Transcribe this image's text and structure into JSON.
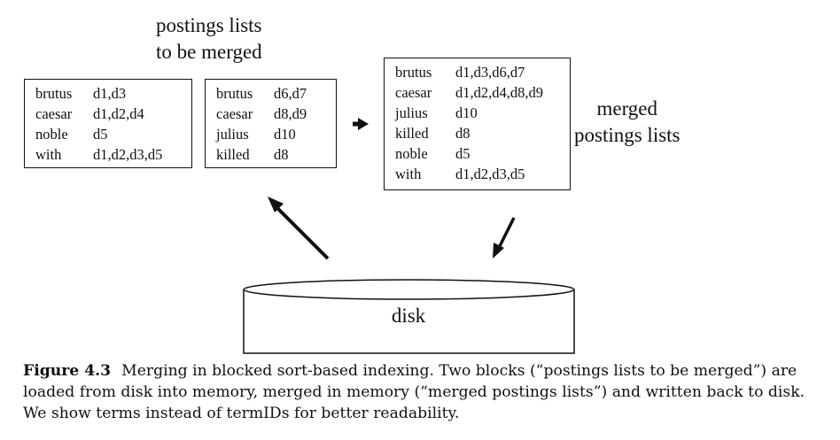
{
  "labels": {
    "to_merge": [
      "postings lists",
      "to be merged"
    ],
    "merged": [
      "merged",
      "postings lists"
    ],
    "disk": "disk"
  },
  "blocks": {
    "block_a": [
      {
        "term": "brutus",
        "postings": "d1,d3"
      },
      {
        "term": "caesar",
        "postings": "d1,d2,d4"
      },
      {
        "term": "noble",
        "postings": "d5"
      },
      {
        "term": "with",
        "postings": "d1,d2,d3,d5"
      }
    ],
    "block_b": [
      {
        "term": "brutus",
        "postings": "d6,d7"
      },
      {
        "term": "caesar",
        "postings": "d8,d9"
      },
      {
        "term": "julius",
        "postings": "d10"
      },
      {
        "term": "killed",
        "postings": "d8"
      }
    ],
    "merged": [
      {
        "term": "brutus",
        "postings": "d1,d3,d6,d7"
      },
      {
        "term": "caesar",
        "postings": "d1,d2,d4,d8,d9"
      },
      {
        "term": "julius",
        "postings": "d10"
      },
      {
        "term": "killed",
        "postings": "d8"
      },
      {
        "term": "noble",
        "postings": "d5"
      },
      {
        "term": "with",
        "postings": "d1,d2,d3,d5"
      }
    ]
  },
  "caption": {
    "figure_number": "Figure 4.3",
    "text": "Merging in blocked sort-based indexing. Two blocks (“postings lists to be merged”) are loaded from disk into memory, merged in memory (“merged postings lists”) and written back to disk. We show terms instead of termIDs for better readability."
  },
  "colors": {
    "ink": "#111111",
    "background": "#ffffff"
  }
}
